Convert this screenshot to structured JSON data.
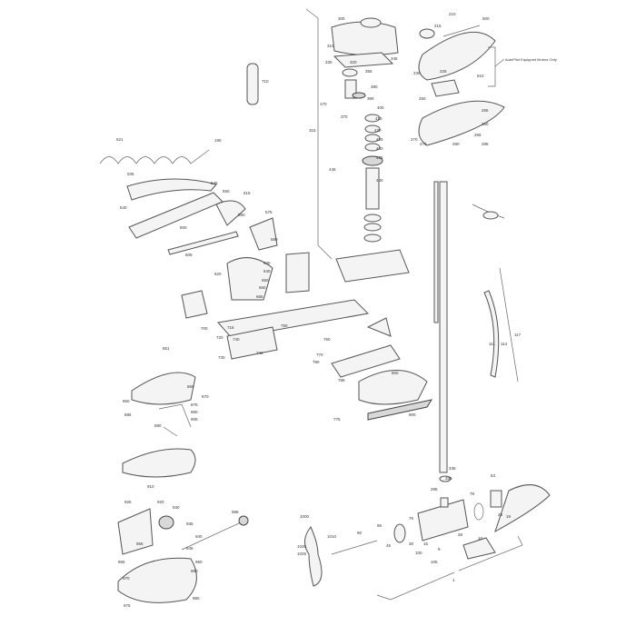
{
  "diagram": {
    "title_note": "AutoPilot Equipped Motors Only",
    "colors": {
      "line": "#555555",
      "part_fill": "#f4f4f4",
      "shade": "#d8d8d8"
    },
    "labels": [
      "300",
      "310",
      "320",
      "345",
      "355",
      "330",
      "170",
      "380",
      "390",
      "370",
      "400",
      "410",
      "420",
      "425",
      "430",
      "435",
      "440",
      "445",
      "315",
      "210",
      "215",
      "500",
      "225",
      "510",
      "230",
      "250",
      "255",
      "260",
      "265",
      "270",
      "275",
      "280",
      "285",
      "710",
      "521",
      "190",
      "535",
      "545",
      "540",
      "550",
      "515",
      "560",
      "575",
      "580",
      "600",
      "605",
      "620",
      "630",
      "640",
      "650",
      "660",
      "665",
      "700",
      "716",
      "720",
      "730",
      "740",
      "742",
      "750",
      "760",
      "770",
      "775",
      "780",
      "785",
      "800",
      "900",
      "851",
      "860",
      "865",
      "870",
      "875",
      "880",
      "885",
      "890",
      "905",
      "910",
      "920",
      "925",
      "930",
      "935",
      "940",
      "945",
      "950",
      "955",
      "960",
      "965",
      "970",
      "975",
      "980",
      "986",
      "1000",
      "1010",
      "1020",
      "1025",
      "90",
      "95",
      "45",
      "75",
      "30",
      "28",
      "19",
      "15",
      "9",
      "10",
      "100",
      "105",
      "79",
      "63",
      "29",
      "1",
      "111",
      "114",
      "117",
      "335",
      "330",
      "295"
    ]
  }
}
